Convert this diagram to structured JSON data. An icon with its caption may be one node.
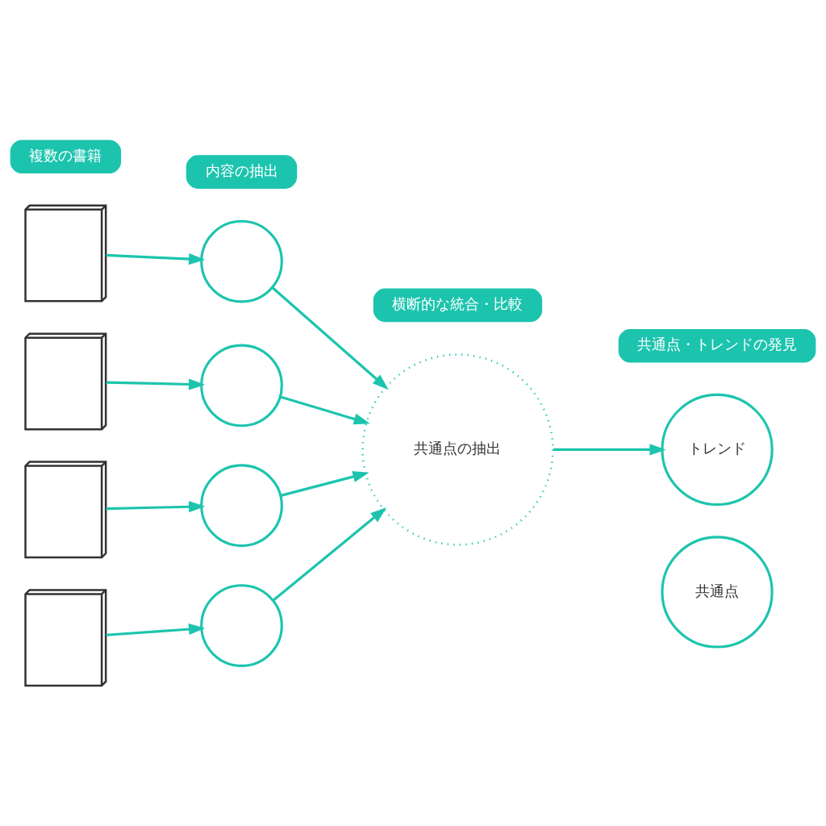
{
  "diagram": {
    "nodes": [
      {
        "text": [
          "複数の書籍"
        ]
      },
      {
        "text": [
          "内容の抽出"
        ]
      },
      {
        "text": [
          "横断的な統合・比較"
        ]
      },
      {
        "text": [
          "共通点・トレンドの発見"
        ]
      },
      {
        "text": [],
        "shape": "picture"
      },
      {
        "text": [],
        "shape": "circle"
      },
      {
        "text": [],
        "shape": "picture"
      },
      {
        "text": [],
        "shape": "circle"
      },
      {
        "text": [],
        "shape": "picture"
      },
      {
        "text": [],
        "shape": "circle"
      },
      {
        "text": [],
        "shape": "picture"
      },
      {
        "text": [],
        "shape": "circle"
      },
      {
        "text": [
          "共通点の抽出"
        ]
      },
      {
        "text": [
          "トレンド"
        ]
      },
      {
        "text": [
          "共通点"
        ]
      }
    ],
    "edges": [
      {
        "from": 4,
        "to": 5,
        "arrow": "to"
      },
      {
        "from": 5,
        "to": 12,
        "arrow": "to"
      },
      {
        "from": 6,
        "to": 7,
        "arrow": "to"
      },
      {
        "from": 7,
        "to": 12,
        "arrow": "to"
      },
      {
        "from": 8,
        "to": 9,
        "arrow": "to"
      },
      {
        "from": 9,
        "to": 12,
        "arrow": "to"
      },
      {
        "from": 10,
        "to": 11,
        "arrow": "to"
      },
      {
        "from": 11,
        "to": 12,
        "arrow": "to"
      },
      {
        "from": 12,
        "to": 13,
        "arrow": "to"
      }
    ]
  }
}
